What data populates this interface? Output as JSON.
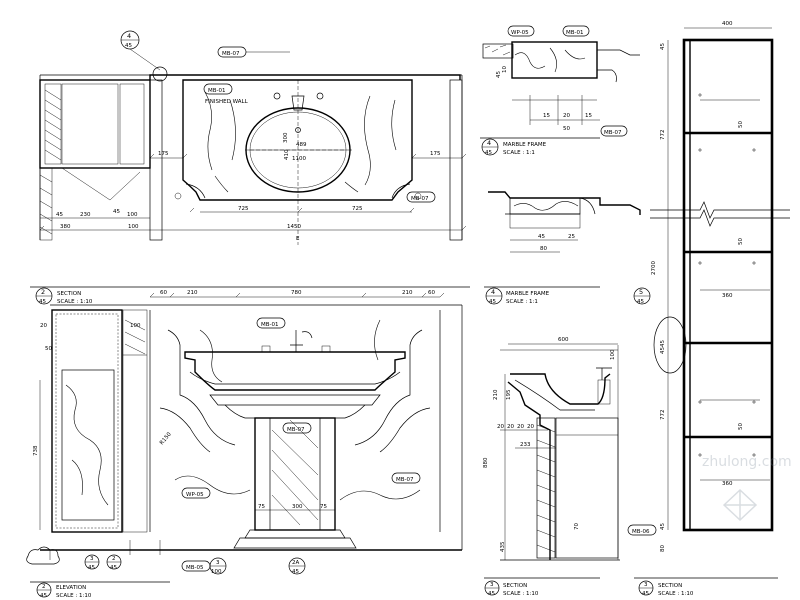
{
  "top_elevation": {
    "finished_wall_label": "FINISHED WALL",
    "tags": [
      "MB-07",
      "MB-01",
      "MB-07"
    ],
    "callout": {
      "num": "4",
      "sheet": "45"
    },
    "dims": {
      "d175a": "175",
      "d175b": "175",
      "d489": "489",
      "d1100": "1100",
      "d300": "300",
      "d410": "410",
      "d725a": "725",
      "d725b": "725",
      "d1450": "1450",
      "d45": "45",
      "d230": "230",
      "d380": "380",
      "d100a": "100",
      "d100b": "100",
      "d45b": "45",
      "dE": "E"
    }
  },
  "marble_frame_a": {
    "tags": [
      "WP-05",
      "MB-01",
      "MB-07"
    ],
    "dims": {
      "d15a": "15",
      "d20a": "20",
      "d15b": "15",
      "d50": "50",
      "d10": "10",
      "d45": "45"
    },
    "title": "MARBLE FRAME",
    "scale": "SCALE : 1:1",
    "num": "4",
    "sheet": "45"
  },
  "marble_frame_b": {
    "dims": {
      "d45": "45",
      "d80": "80",
      "d25": "25"
    },
    "title": "MARBLE FRAME",
    "scale": "SCALE : 1:1",
    "num": "4",
    "sheet": "45"
  },
  "section_main": {
    "title": "SECTION",
    "scale": "SCALE : 1:10",
    "num": "2",
    "sheet": "45",
    "dims": {
      "d60a": "60",
      "d210a": "210",
      "d780": "780",
      "d210b": "210",
      "d60b": "60",
      "d20": "20",
      "d100": "100",
      "d738": "738",
      "d75a": "75",
      "d300": "300",
      "d75b": "75",
      "d50": "50",
      "dR150": "R150"
    },
    "tags": [
      "MB-01",
      "MB-07",
      "MB-07",
      "WP-05"
    ],
    "bottom_tags": [
      {
        "num": "3",
        "sheet": "45"
      },
      {
        "num": "2",
        "sheet": "45"
      },
      {
        "num": "3",
        "sheet": "100"
      },
      {
        "num": "2A",
        "sheet": "45"
      }
    ],
    "tag_mb05": "MB-05"
  },
  "elevation_bottom": {
    "title": "ELEVATION",
    "scale": "SCALE : 1:10",
    "num": "2",
    "sheet": "45"
  },
  "section_b": {
    "title": "SECTION",
    "scale": "SCALE : 1:10",
    "num": "3",
    "sheet": "45",
    "dims": {
      "d600": "600",
      "d210": "210",
      "d195": "195",
      "d100": "100",
      "d20a": "20",
      "d20b": "20",
      "d20c": "20",
      "d20d": "20",
      "d233": "233",
      "d880": "880",
      "d435": "435",
      "d70": "70"
    }
  },
  "section_c": {
    "title": "SECTION",
    "scale": "SCALE : 1:10",
    "num": "3",
    "sheet": "45",
    "dims": {
      "d400": "400",
      "d45": "45",
      "d772a": "772",
      "d2700": "2700",
      "d4545": "4545",
      "d50a": "50",
      "d50b": "50",
      "d50c": "50",
      "d360a": "360",
      "d772b": "772",
      "d360b": "360",
      "d45b": "45",
      "d80": "80"
    },
    "callout": {
      "num": "5",
      "sheet": "45"
    },
    "tag_mb06": "MB-06"
  },
  "watermark": "zhulong.com"
}
